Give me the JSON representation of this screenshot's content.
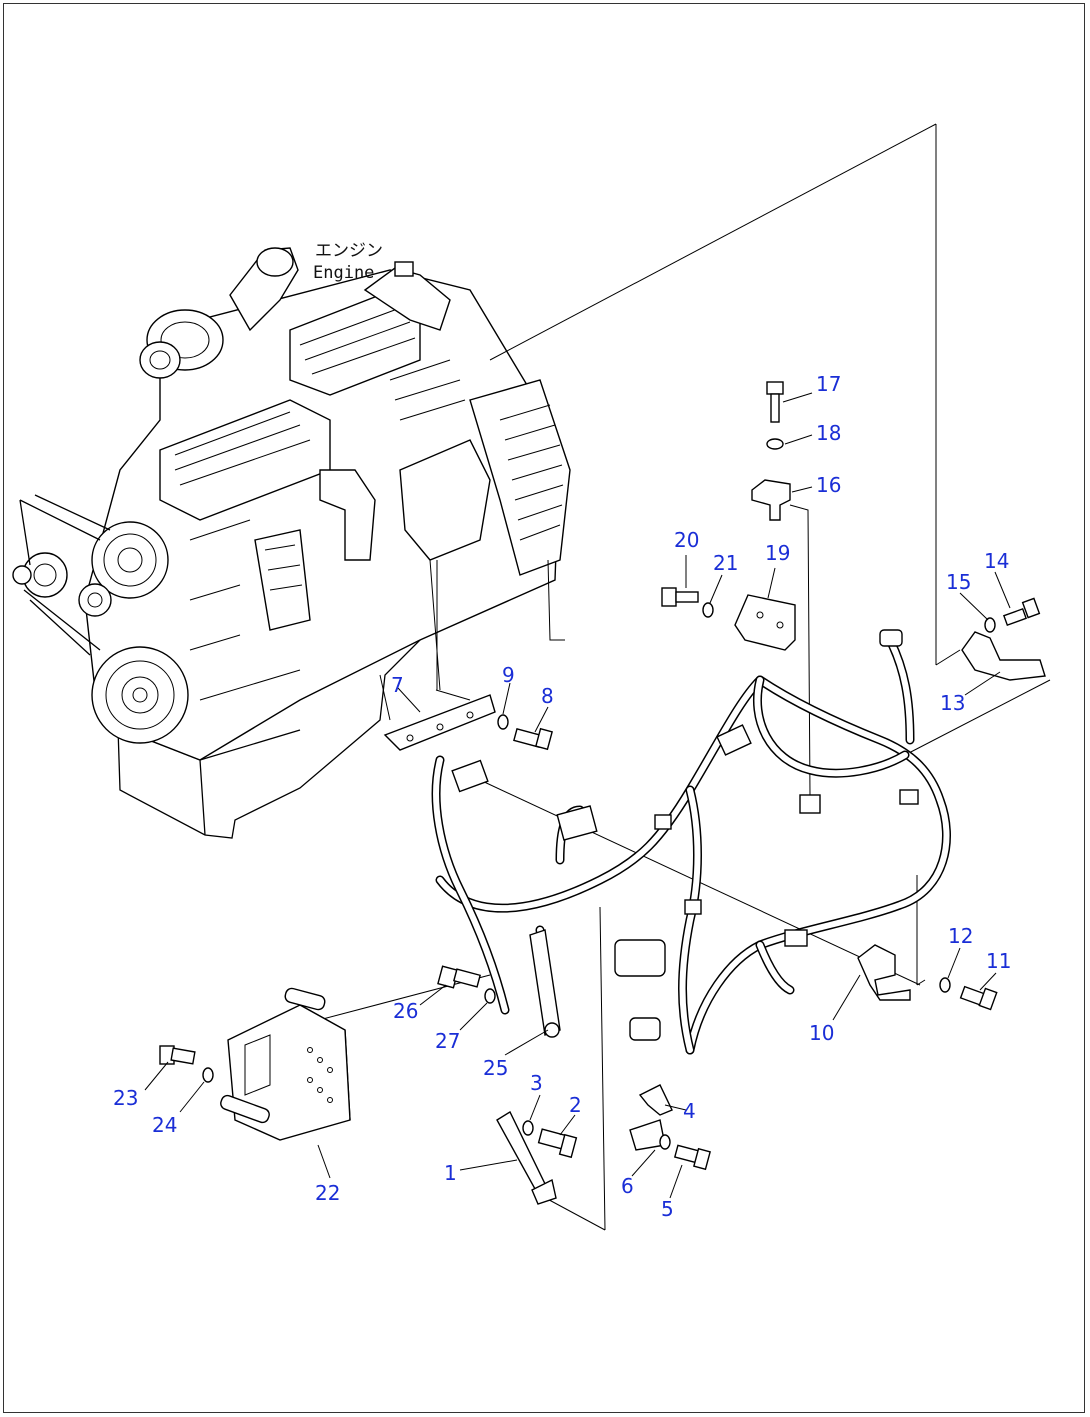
{
  "engine_label": {
    "jp": "エンジン",
    "en": "Engine"
  },
  "callouts": [
    "1",
    "2",
    "3",
    "4",
    "5",
    "6",
    "7",
    "8",
    "9",
    "10",
    "11",
    "12",
    "13",
    "14",
    "15",
    "16",
    "17",
    "18",
    "19",
    "20",
    "21",
    "22",
    "23",
    "24",
    "25",
    "26",
    "27"
  ],
  "colors": {
    "callout": "#1a2ed6",
    "line": "#000000",
    "background": "#ffffff"
  }
}
